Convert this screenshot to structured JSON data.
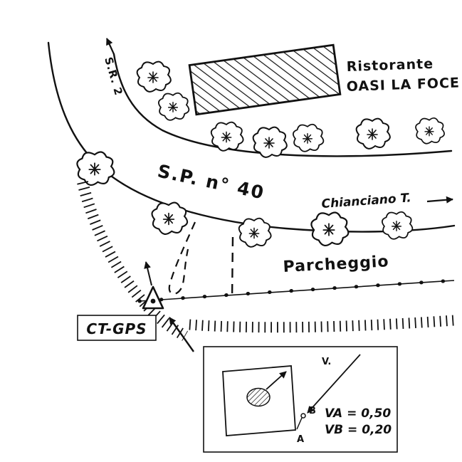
{
  "labels": {
    "ristorante_line1": "Ristorante",
    "ristorante_line2": "OASI LA FOCE",
    "road_sr2": "S.R. 2",
    "road_sp40": "S.P. n° 40",
    "direction_chianciano": "Chianciano T.",
    "parking": "Parcheggio",
    "station": "CT-GPS"
  },
  "inset": {
    "v": "V.",
    "b": "B",
    "a": "A",
    "va": "VA = 0,50",
    "vb": "VB = 0,20"
  },
  "icons": {
    "tree": "tree-icon",
    "survey_marker": "survey-triangle-icon",
    "arrow": "arrow-icon"
  },
  "colors": {
    "ink": "#111111",
    "paper": "#ffffff"
  }
}
